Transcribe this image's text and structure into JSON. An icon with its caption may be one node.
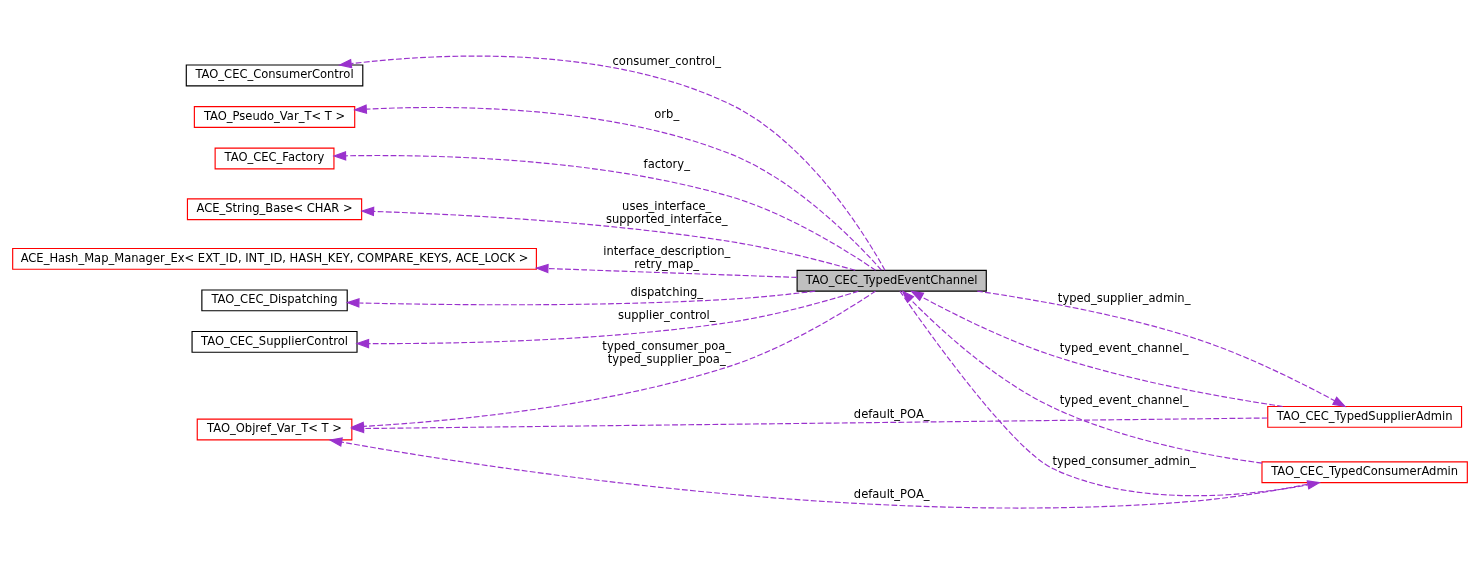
{
  "diagram": {
    "nodes": [
      {
        "text": [
          "TAO_CEC_TypedEventChannel"
        ]
      },
      {
        "text": [
          "TAO_CEC_ConsumerControl"
        ]
      },
      {
        "text": [
          "TAO_Pseudo_Var_T< T >"
        ]
      },
      {
        "text": [
          "TAO_CEC_Factory"
        ]
      },
      {
        "text": [
          "ACE_String_Base< CHAR >"
        ]
      },
      {
        "text": [
          "ACE_Hash_Map_Manager_Ex< EXT_ID, INT_ID, HASH_KEY, COMPARE_KEYS, ACE_LOCK >"
        ]
      },
      {
        "text": [
          "TAO_CEC_Dispatching"
        ]
      },
      {
        "text": [
          "TAO_CEC_SupplierControl"
        ]
      },
      {
        "text": [
          "TAO_Objref_Var_T< T >"
        ]
      },
      {
        "text": [
          "TAO_CEC_TypedSupplierAdmin"
        ]
      },
      {
        "text": [
          "TAO_CEC_TypedConsumerAdmin"
        ]
      }
    ],
    "edges": [
      {
        "from": 0,
        "to": 1,
        "arrow": "to",
        "label": "consumer_control_",
        "style": "dashed"
      },
      {
        "from": 0,
        "to": 2,
        "arrow": "to",
        "label": "orb_",
        "style": "dashed"
      },
      {
        "from": 0,
        "to": 3,
        "arrow": "to",
        "label": "factory_",
        "style": "dashed"
      },
      {
        "from": 0,
        "to": 4,
        "arrow": "to",
        "label": "uses_interface_ supported_interface_",
        "style": "dashed"
      },
      {
        "from": 0,
        "to": 5,
        "arrow": "to",
        "label": "interface_description_ retry_map_",
        "style": "dashed"
      },
      {
        "from": 0,
        "to": 6,
        "arrow": "to",
        "label": "dispatching_",
        "style": "dashed"
      },
      {
        "from": 0,
        "to": 7,
        "arrow": "to",
        "label": "supplier_control_",
        "style": "dashed"
      },
      {
        "from": 0,
        "to": 8,
        "arrow": "to",
        "label": "typed_consumer_poa_ typed_supplier_poa_",
        "style": "dashed"
      },
      {
        "from": 0,
        "to": 9,
        "arrow": "to",
        "label": "typed_supplier_admin_",
        "style": "dashed"
      },
      {
        "from": 9,
        "to": 0,
        "arrow": "to",
        "label": "typed_event_channel_",
        "style": "dashed"
      },
      {
        "from": 10,
        "to": 0,
        "arrow": "to",
        "label": "typed_event_channel_",
        "style": "dashed"
      },
      {
        "from": 0,
        "to": 10,
        "arrow": "to",
        "label": "typed_consumer_admin_",
        "style": "dashed"
      },
      {
        "from": 9,
        "to": 8,
        "arrow": "to",
        "label": "default_POA_",
        "style": "dashed"
      },
      {
        "from": 10,
        "to": 8,
        "arrow": "to",
        "label": "default_POA_",
        "style": "dashed"
      }
    ]
  }
}
